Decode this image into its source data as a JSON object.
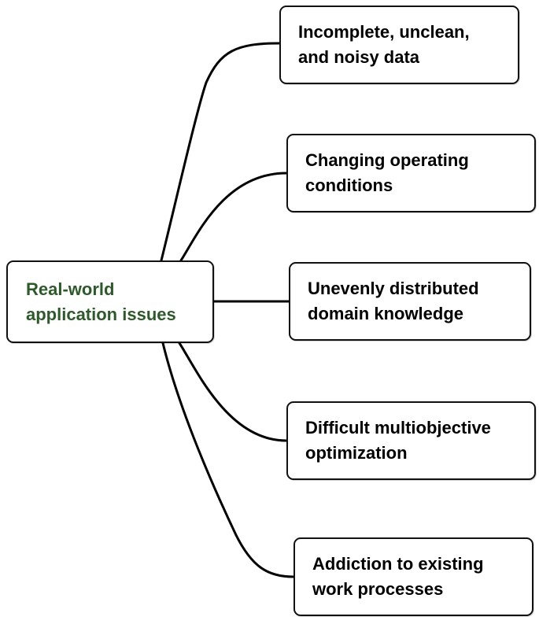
{
  "diagram": {
    "root": {
      "label": "Real-world\napplication issues",
      "color": "#2e5a2b"
    },
    "issues": [
      {
        "label": "Incomplete, unclean,\nand noisy data"
      },
      {
        "label": "Changing operating\nconditions"
      },
      {
        "label": "Unevenly distributed\ndomain knowledge"
      },
      {
        "label": "Difficult multiobjective\noptimization"
      },
      {
        "label": "Addiction to existing\nwork processes"
      }
    ],
    "connector_color": "#000000"
  }
}
